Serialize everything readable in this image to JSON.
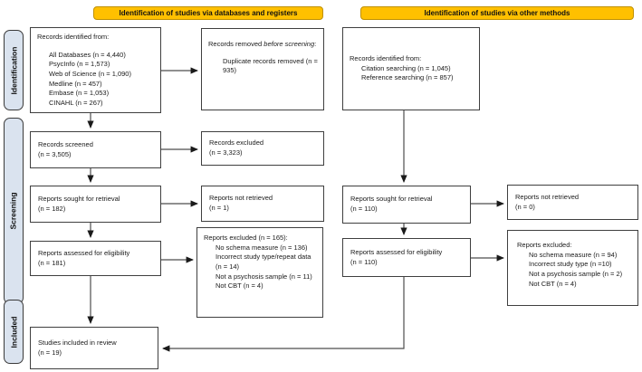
{
  "stages": {
    "identification": "Identification",
    "screening": "Screening",
    "included": "Included"
  },
  "headers": {
    "databases": "Identification of studies via databases and registers",
    "other": "Identification of studies via other methods"
  },
  "boxes": {
    "db_identified": {
      "title": "Records identified from:",
      "items": [
        "All Databases (n = 4,440)",
        "PsycInfo (n = 1,573)",
        "Web of Science (n = 1,090)",
        "Medline (n = 457)",
        "Embase (n = 1,053)",
        "CINAHL (n = 267)"
      ]
    },
    "removed": {
      "title_normal": "Records removed ",
      "title_italic": "before screening",
      "title_colon": ":",
      "items": [
        "Duplicate records removed  (n = 935)"
      ]
    },
    "screened": {
      "line1": "Records screened",
      "line2": "(n = 3,505)"
    },
    "excluded_screen": {
      "line1": "Records excluded",
      "line2": "(n = 3,323)"
    },
    "sought_db": {
      "line1": "Reports sought for retrieval",
      "line2": "(n = 182)"
    },
    "not_retrieved_db": {
      "line1": "Reports not retrieved",
      "line2": "(n = 1)"
    },
    "assessed_db": {
      "line1": "Reports assessed for eligibility",
      "line2": "(n = 181)"
    },
    "excluded_db": {
      "title": "Reports excluded (n = 165):",
      "items": [
        "No schema measure (n = 136)",
        "Incorrect study type/repeat data (n = 14)",
        "Not a psychosis sample (n = 11)",
        "Not CBT (n = 4)"
      ]
    },
    "included_review": {
      "line1": "Studies included in review",
      "line2": "(n = 19)"
    },
    "other_identified": {
      "title": "Records identified from:",
      "items": [
        "Citation searching (n = 1,045)",
        "Reference searching (n = 857)"
      ]
    },
    "sought_other": {
      "line1": "Reports sought for retrieval",
      "line2": "(n = 110)"
    },
    "not_retrieved_other": {
      "line1": "Reports not retrieved",
      "line2": "(n = 0)"
    },
    "assessed_other": {
      "line1": "Reports assessed for eligibility",
      "line2": "(n = 110)"
    },
    "excluded_other": {
      "title": "Reports excluded:",
      "items": [
        "No schema measure (n = 94)",
        "Incorrect study type (n =10)",
        "Not a psychosis sample (n = 2)",
        "Not CBT (n = 4)"
      ]
    }
  },
  "colors": {
    "header_fill": "#FFC000",
    "header_border": "#BF9000",
    "stage_fill": "#DAE3EF",
    "box_border": "#3F3F3F",
    "arrow": "#4D4D4D"
  }
}
